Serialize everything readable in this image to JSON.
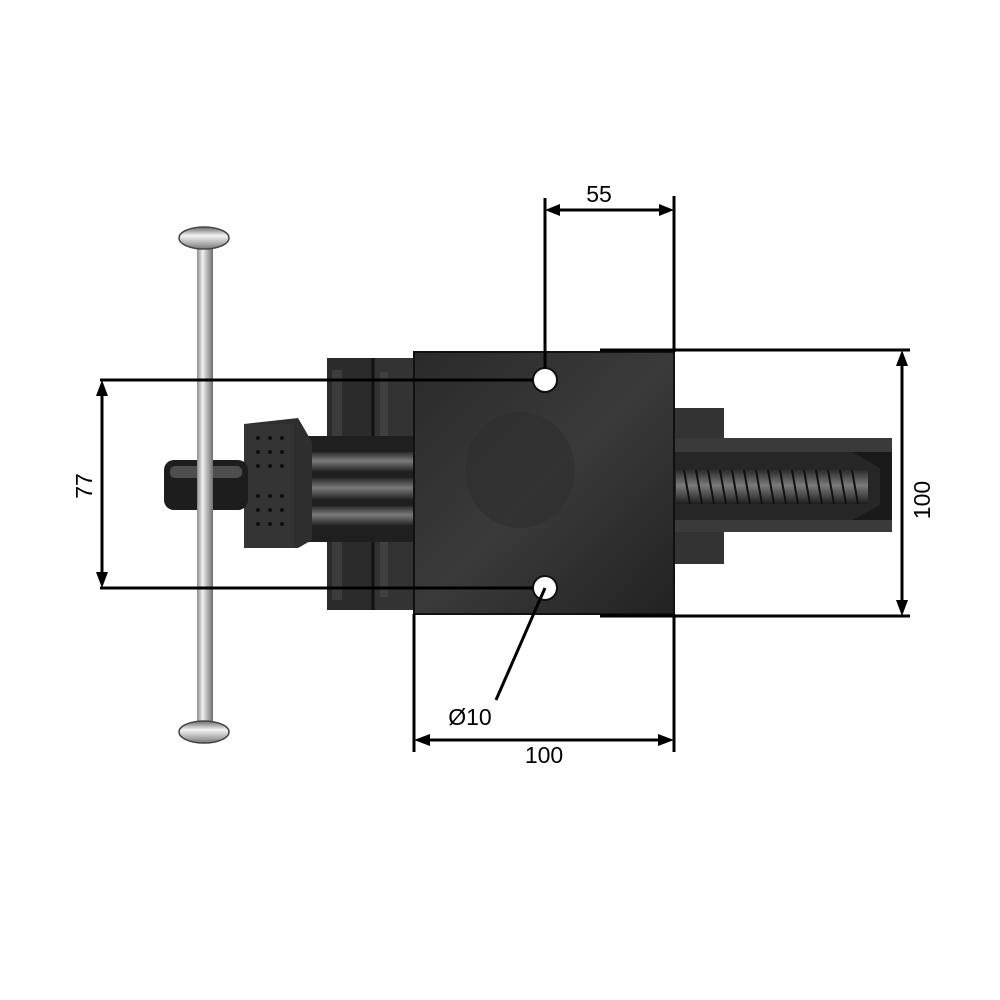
{
  "dimensions": {
    "hole_spacing_top": "55",
    "hole_spacing_vertical": "77",
    "base_height": "100",
    "base_width": "100",
    "hole_diameter": "Ø10"
  },
  "colors": {
    "metal_dark": "#1c1c1c",
    "metal_mid": "#2d2d2d",
    "metal_light": "#4a4a4a",
    "chrome": "#c9c9c9",
    "dimension_line": "#000000",
    "background": "#ffffff"
  }
}
